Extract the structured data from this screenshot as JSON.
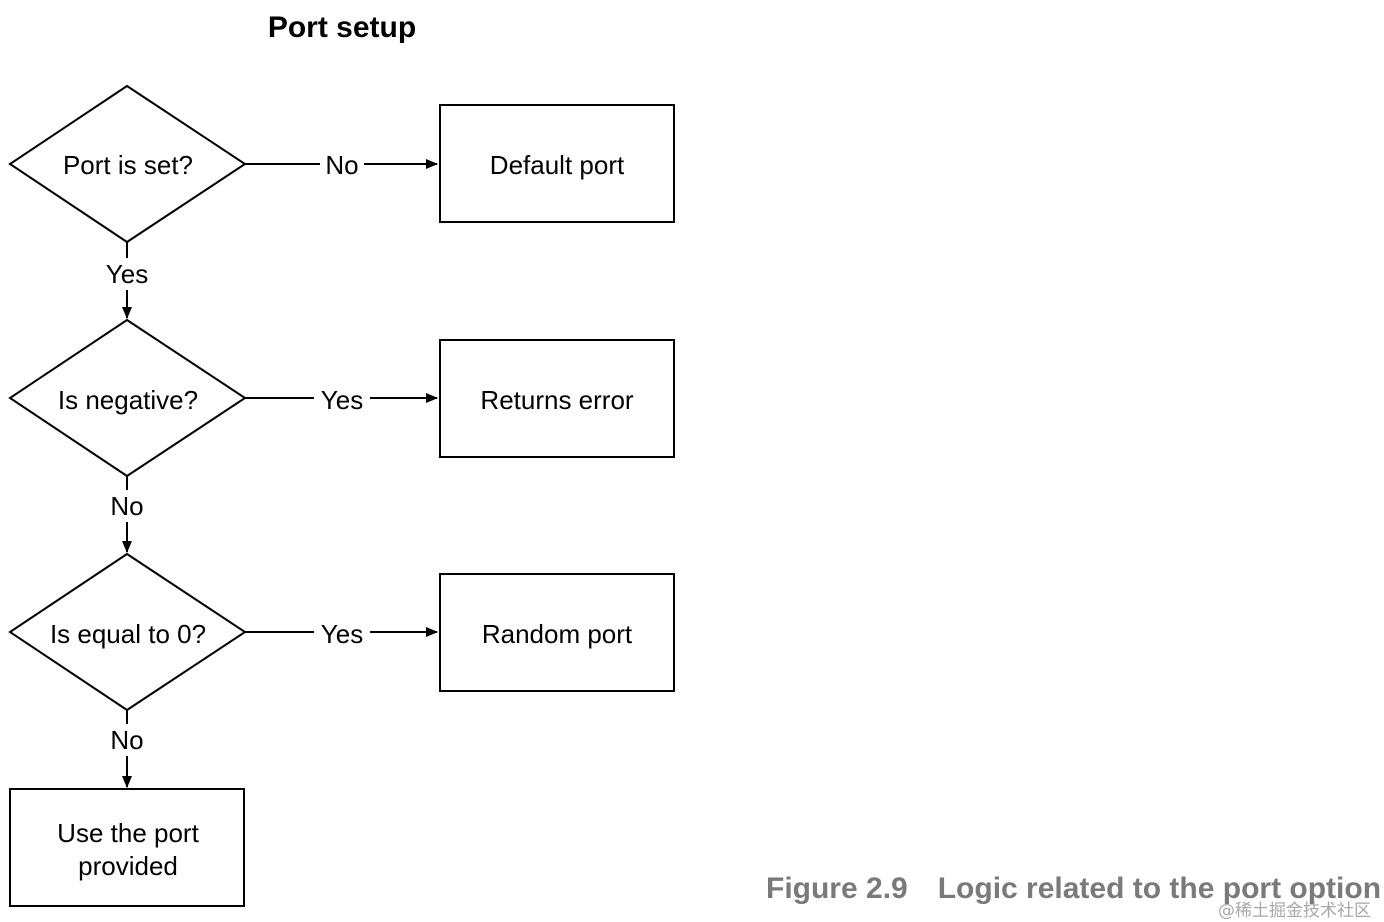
{
  "title": "Port setup",
  "nodes": {
    "port_is_set": "Port is set?",
    "is_negative": "Is negative?",
    "is_equal_zero": "Is equal to 0?",
    "default_port": "Default port",
    "returns_error": "Returns error",
    "random_port": "Random port",
    "use_port_line1": "Use the port",
    "use_port_line2": "provided"
  },
  "edges": {
    "port_set_no": "No",
    "port_set_yes": "Yes",
    "negative_yes": "Yes",
    "negative_no": "No",
    "zero_yes": "Yes",
    "zero_no": "No"
  },
  "caption": {
    "figure_number": "Figure 2.9",
    "text": "Logic related to the port option"
  },
  "watermark": "@稀土掘金技术社区"
}
